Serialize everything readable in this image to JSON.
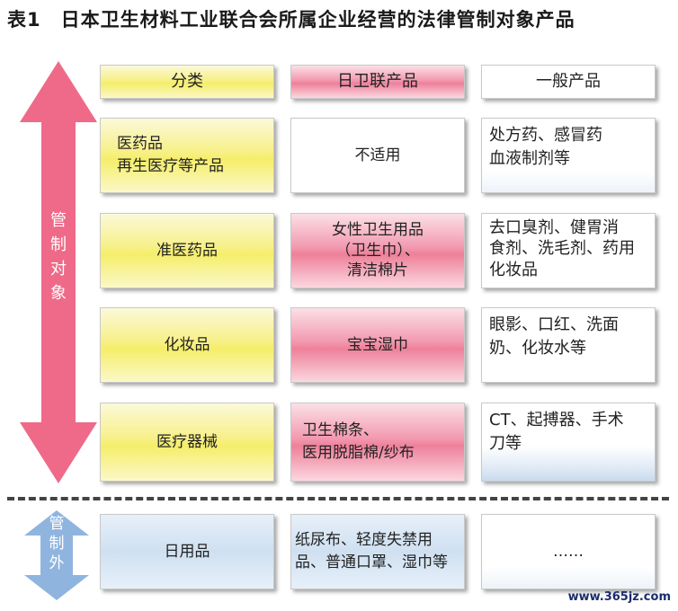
{
  "title": "表1　日本卫生材料工业联合会所属企业经营的法律管制对象产品",
  "arrows": {
    "controlled_label": "管\n制\n对\n象",
    "controlled_color": "#ef6a88",
    "excluded_label": "管\n制\n外",
    "excluded_color": "#8fb5df"
  },
  "table": {
    "headers": [
      "分类",
      "日卫联产品",
      "一般产品"
    ],
    "rows": [
      {
        "category": "医药品\n再生医疗等产品",
        "jhpia": "不适用",
        "general": "处方药、感冒药\n血液制剂等"
      },
      {
        "category": "准医药品",
        "jhpia": "女性卫生用品\n（卫生巾）、\n清洁棉片",
        "general": "去口臭剂、健胃消\n食剂、洗毛剂、药用\n化妆品"
      },
      {
        "category": "化妆品",
        "jhpia": "宝宝湿巾",
        "general": "眼影、口红、洗面\n奶、化妆水等"
      },
      {
        "category": "医疗器械",
        "jhpia": "卫生棉条、\n医用脱脂棉/纱布",
        "general": "CT、起搏器、手术\n刀等"
      }
    ],
    "excluded_row": {
      "category": "日用品",
      "jhpia": "纸尿布、轻度失禁用\n品、普通口罩、湿巾等",
      "general": "……"
    }
  },
  "watermark": "www.365jz.com"
}
